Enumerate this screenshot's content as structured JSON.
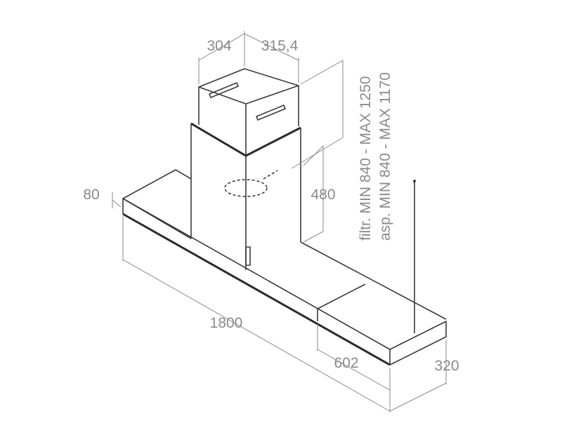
{
  "dimensions": {
    "chimney_depth": "304",
    "chimney_width": "315,4",
    "hood_height": "80",
    "chimney_lower_height": "480",
    "length": "1800",
    "side_panel_width": "602",
    "depth": "320",
    "filter_height": "filtr. MIN 840 - MAX 1250",
    "extraction_height": "asp. MIN 840 - MAX 1170"
  }
}
